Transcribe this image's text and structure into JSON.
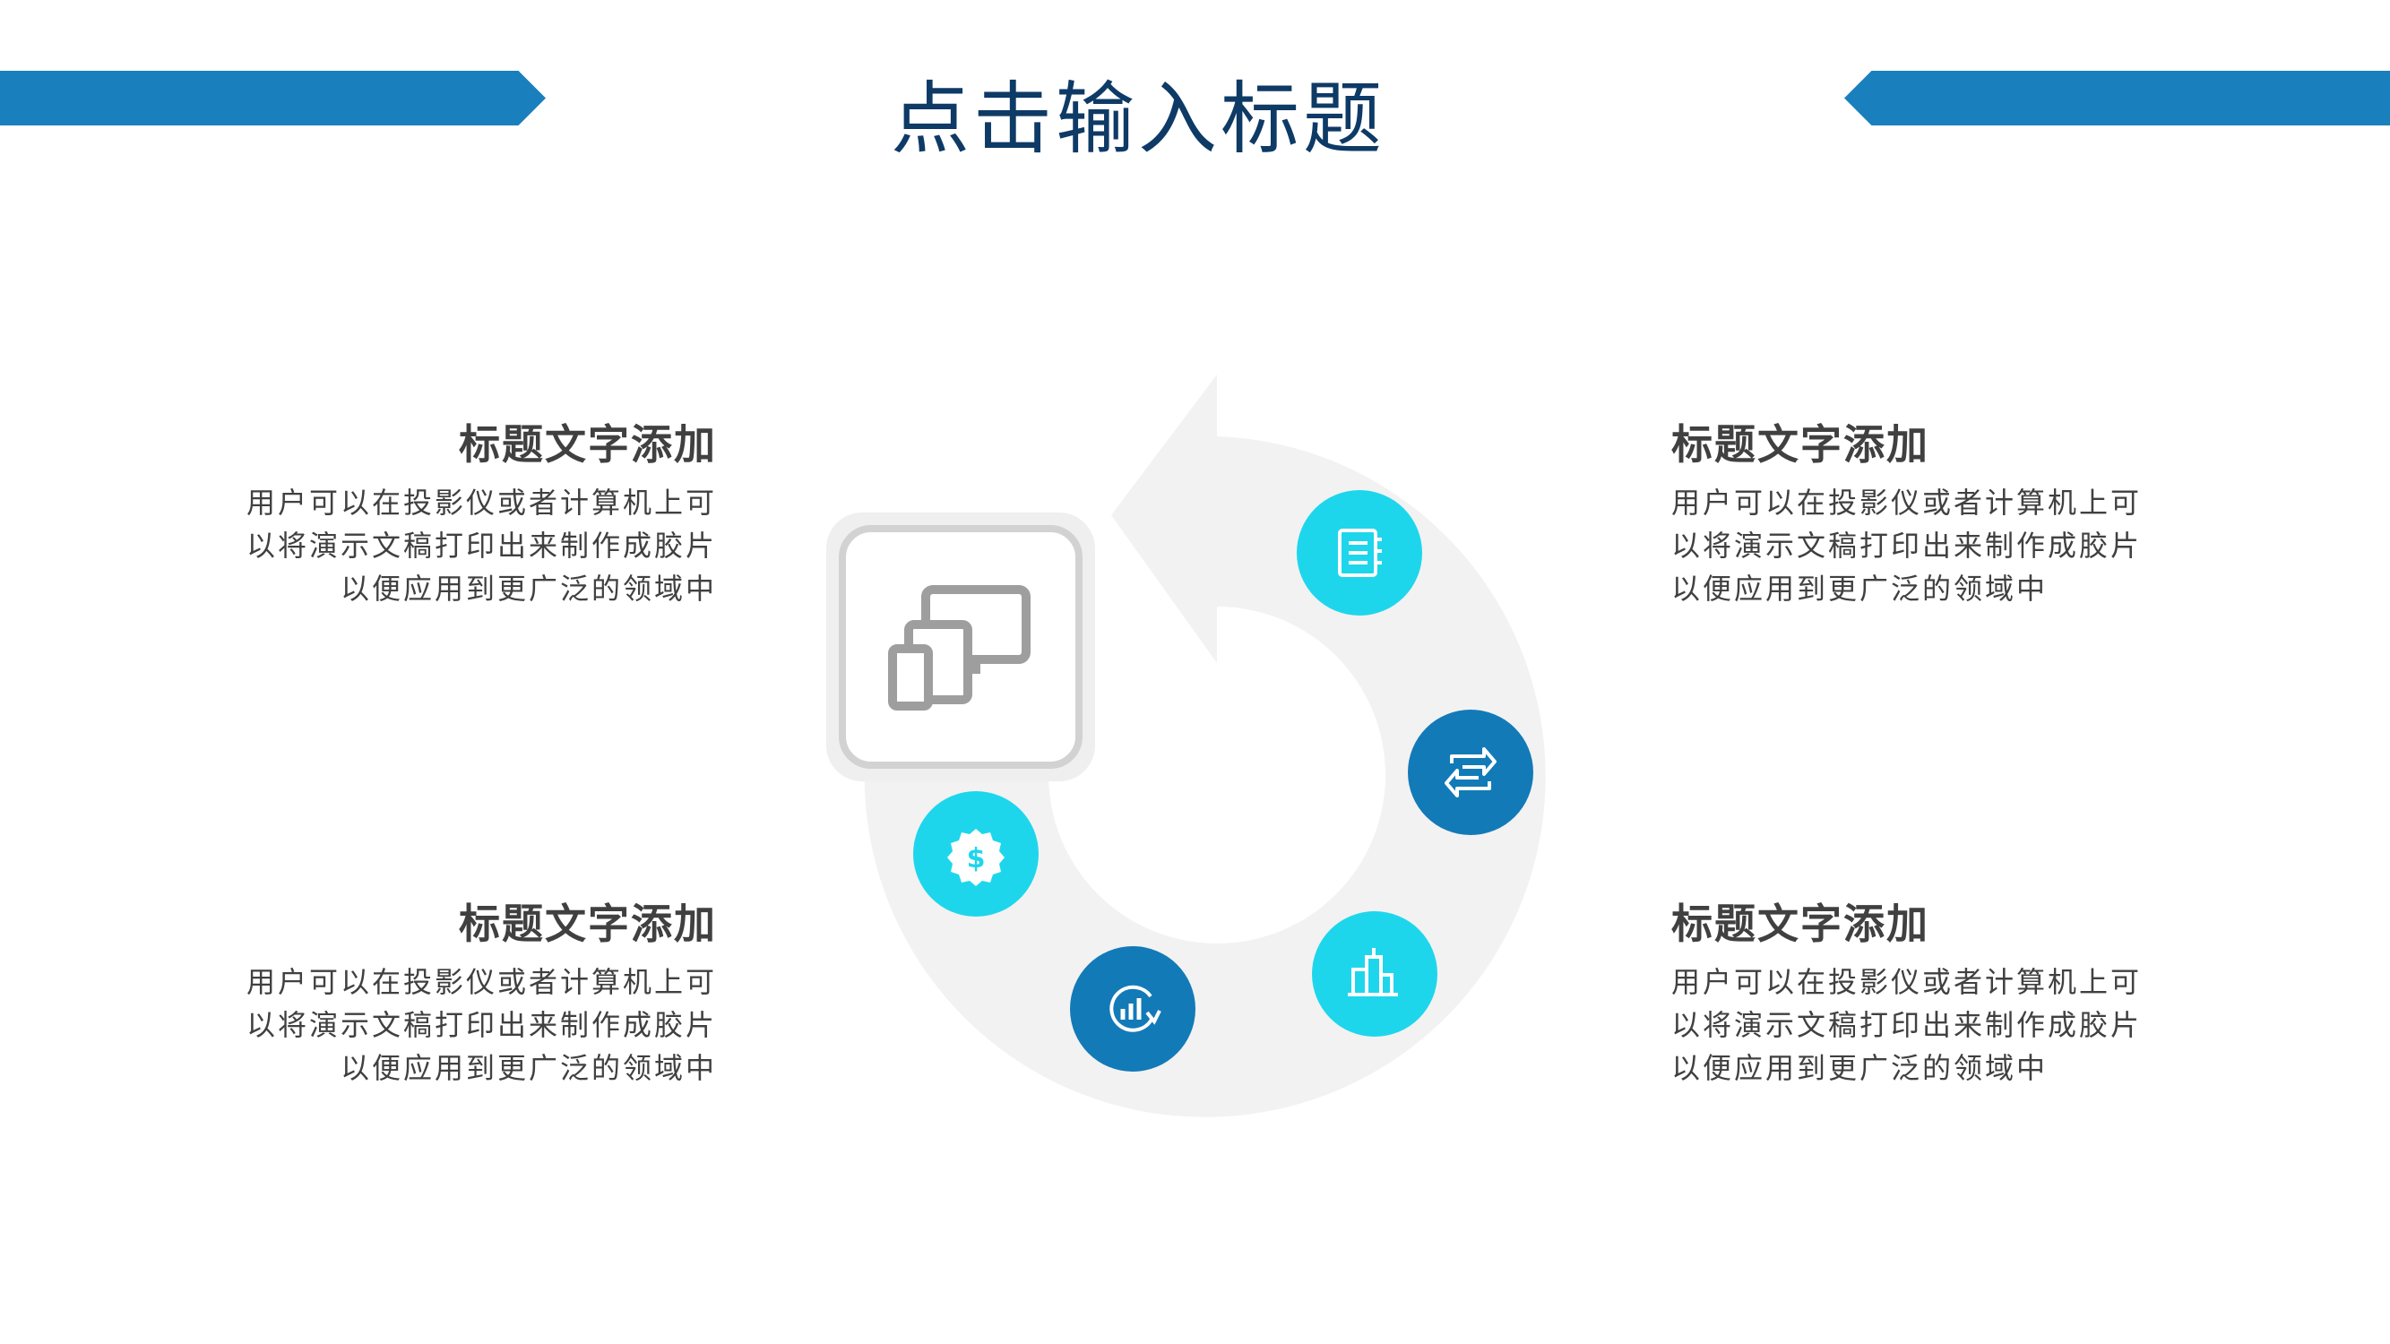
{
  "title": "点击输入标题",
  "blocks": [
    {
      "title": "标题文字添加",
      "body": "用户可以在投影仪或者计算机上可\n以将演示文稿打印出来制作成胶片\n以便应用到更广泛的领域中"
    },
    {
      "title": "标题文字添加",
      "body": "用户可以在投影仪或者计算机上可\n以将演示文稿打印出来制作成胶片\n以便应用到更广泛的领域中"
    },
    {
      "title": "标题文字添加",
      "body": "用户可以在投影仪或者计算机上可\n以将演示文稿打印出来制作成胶片\n以便应用到更广泛的领域中"
    },
    {
      "title": "标题文字添加",
      "body": "用户可以在投影仪或者计算机上可\n以将演示文稿打印出来制作成胶片\n以便应用到更广泛的领域中"
    }
  ],
  "diagram": {
    "center_icon": "devices-icon",
    "circle_icons": [
      "notebook-icon",
      "swap-arrows-icon",
      "buildings-icon",
      "growth-chart-icon",
      "dollar-badge-icon"
    ]
  },
  "colors": {
    "accent": "#1a7fbd",
    "cyan": "#1ed6ec",
    "blue": "#137ab8",
    "gray": "#f2f2f2",
    "title": "#0e3a66",
    "text": "#404040"
  }
}
